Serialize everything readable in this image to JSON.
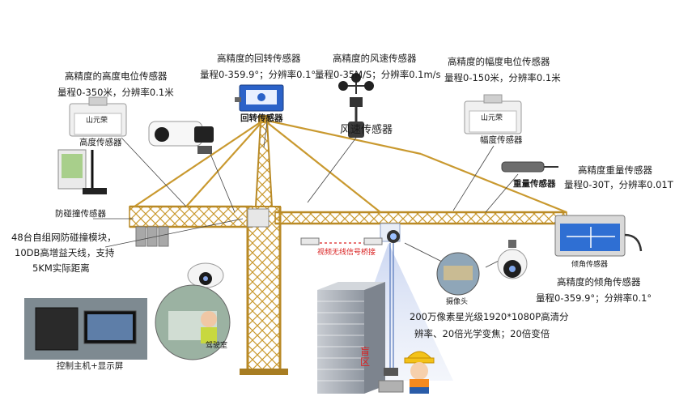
{
  "height_sensor": {
    "title": "高精度的高度电位传感器",
    "spec": "量程0-350米，分辨率0.1米",
    "caption": "高度传感器",
    "device_text": "山元荣"
  },
  "slew_sensor": {
    "title": "高精度的回转传感器",
    "spec": "量程0-359.9°；分辨率0.1°",
    "caption": "回转传感器"
  },
  "wind_sensor": {
    "title": "高精度的风速传感器",
    "spec": "量程0-35M/S；分辨率0.1m/s",
    "caption": "风速传感器"
  },
  "luffing_sensor": {
    "title": "高精度的幅度电位传感器",
    "spec": "量程0-150米，分辨率0.1米",
    "caption": "幅度传感器",
    "device_text": "山元荣"
  },
  "weight_sensor": {
    "title": "高精度重量传感器",
    "spec": "量程0-30T，分辨率0.01T",
    "caption": "重量传感器"
  },
  "anticollision": {
    "caption": "防碰撞传感器",
    "desc_line1": "48台自组网防碰撞模块，",
    "desc_line2": "10DB高增益天线，支持",
    "desc_line3": "5KM实际距离"
  },
  "tilt_sensor": {
    "caption": "倾角传感器",
    "title": "高精度的倾角传感器",
    "spec": "量程0-359.9°；分辨率0.1°"
  },
  "camera": {
    "caption": "摄像头",
    "desc_line1": "200万像素星光级1920*1080P高清分",
    "desc_line2": "辨率、20倍光学变焦；20倍变倍"
  },
  "wireless_bridge": {
    "label": "视频无线信号桥接"
  },
  "control_host": {
    "caption": "控制主机+显示屏",
    "cab_label": "驾驶室"
  },
  "blind_zone": {
    "label": "盲区"
  },
  "colors": {
    "crane_yellow": "#e0b44a",
    "crane_dark": "#a87d22",
    "accent_red": "#d92121",
    "beam_blue": "#b7c6e6",
    "building_gray": "#9aa1ab"
  }
}
